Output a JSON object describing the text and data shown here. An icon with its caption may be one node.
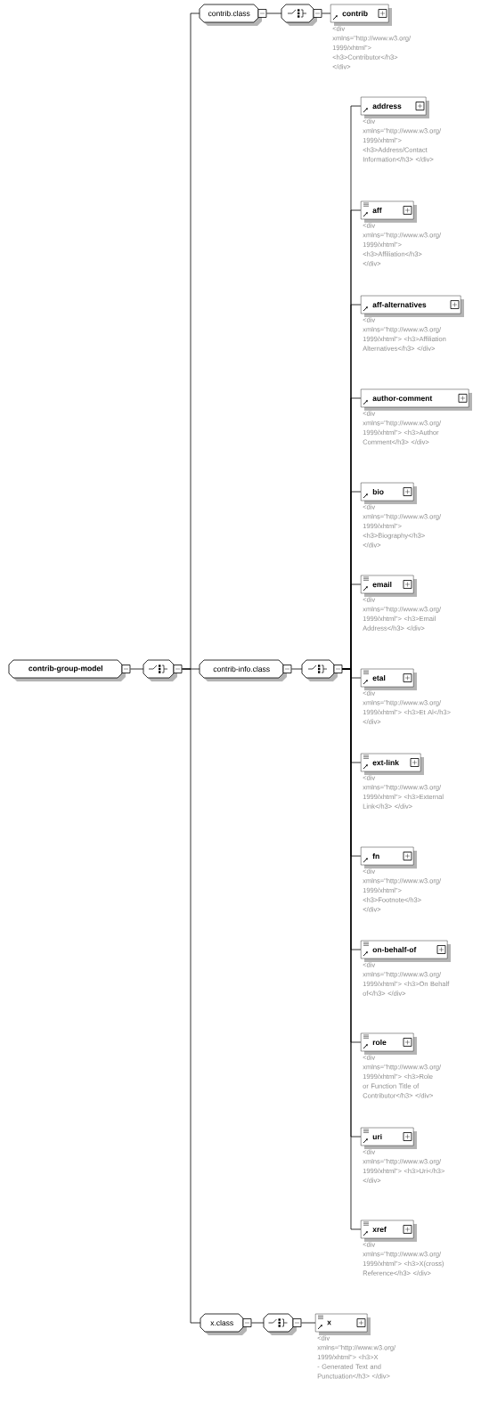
{
  "diagram": {
    "nodes": [
      {
        "text": [
          "contrib-group-model"
        ]
      },
      {
        "text": [],
        "shape": "octagon"
      },
      {
        "text": [
          "contrib.class"
        ]
      },
      {
        "text": [],
        "shape": "octagon"
      },
      {
        "text": [
          "contrib"
        ],
        "beside": [
          "<div xmlns=\"http://www.w3.org/ 1999/xhtml\"> <h3>Contributor</h3> </div>"
        ]
      },
      {
        "text": [
          "contrib-info.class"
        ]
      },
      {
        "text": [],
        "shape": "octagon"
      },
      {
        "text": [
          "address"
        ],
        "beside": [
          "<div xmlns=\"http://www.w3.org/ 1999/xhtml\"> <h3>Address/Contact Information</h3> </div>"
        ]
      },
      {
        "text": [
          "aff"
        ],
        "beside": [
          "<div xmlns=\"http://www.w3.org/ 1999/xhtml\"> <h3>Affiliation</h3> </div>"
        ]
      },
      {
        "text": [
          "aff-alternatives"
        ],
        "beside": [
          "<div xmlns=\"http://www.w3.org/ 1999/xhtml\"> <h3>Affiliation Alternatives</h3> </div>"
        ]
      },
      {
        "text": [
          "author-comment"
        ],
        "beside": [
          "<div xmlns=\"http://www.w3.org/ 1999/xhtml\"> <h3>Author Comment</h3> </div>"
        ]
      },
      {
        "text": [
          "bio"
        ],
        "beside": [
          "<div xmlns=\"http://www.w3.org/ 1999/xhtml\"> <h3>Biography</h3> </div>"
        ]
      },
      {
        "text": [
          "email"
        ],
        "beside": [
          "<div xmlns=\"http://www.w3.org/ 1999/xhtml\"> <h3>Email Address</h3> </div>"
        ]
      },
      {
        "text": [
          "etal"
        ],
        "beside": [
          "<div xmlns=\"http://www.w3.org/ 1999/xhtml\"> <h3>Et Al</h3> </div>"
        ]
      },
      {
        "text": [
          "ext-link"
        ],
        "beside": [
          "<div xmlns=\"http://www.w3.org/ 1999/xhtml\"> <h3>External Link</h3> </div>"
        ]
      },
      {
        "text": [
          "fn"
        ],
        "beside": [
          "<div xmlns=\"http://www.w3.org/ 1999/xhtml\"> <h3>Footnote</h3> </div>"
        ]
      },
      {
        "text": [
          "on-behalf-of"
        ],
        "beside": [
          "<div xmlns=\"http://www.w3.org/ 1999/xhtml\"> <h3>On Behalf of</h3> </div>"
        ]
      },
      {
        "text": [
          "role"
        ],
        "beside": [
          "<div xmlns=\"http://www.w3.org/ 1999/xhtml\"> <h3>Role or Function Title of Contributor</h3> </div>"
        ]
      },
      {
        "text": [
          "uri"
        ],
        "beside": [
          "<div xmlns=\"http://www.w3.org/ 1999/xhtml\"> <h3>Uri</h3> </div>"
        ]
      },
      {
        "text": [
          "xref"
        ],
        "beside": [
          "<div xmlns=\"http://www.w3.org/ 1999/xhtml\"> <h3>X(cross) Reference</h3> </div>"
        ]
      },
      {
        "text": [
          "x.class"
        ]
      },
      {
        "text": [],
        "shape": "octagon"
      },
      {
        "text": [
          "x"
        ],
        "beside": [
          "<div xmlns=\"http://www.w3.org/ 1999/xhtml\"> <h3>X - Generated Text and Punctuation</h3> </div>"
        ]
      }
    ],
    "edges": [
      {
        "from": 0,
        "to": 1,
        "arrow": "none"
      },
      {
        "from": 1,
        "to": 2,
        "arrow": "none"
      },
      {
        "from": 1,
        "to": 5,
        "arrow": "none"
      },
      {
        "from": 1,
        "to": 20,
        "arrow": "none"
      },
      {
        "from": 2,
        "to": 3,
        "arrow": "none"
      },
      {
        "from": 3,
        "to": 4,
        "arrow": "none"
      },
      {
        "from": 5,
        "to": 6,
        "arrow": "none"
      },
      {
        "from": 6,
        "to": 7,
        "arrow": "none"
      },
      {
        "from": 6,
        "to": 8,
        "arrow": "none"
      },
      {
        "from": 6,
        "to": 9,
        "arrow": "none"
      },
      {
        "from": 6,
        "to": 10,
        "arrow": "none"
      },
      {
        "from": 6,
        "to": 11,
        "arrow": "none"
      },
      {
        "from": 6,
        "to": 12,
        "arrow": "none"
      },
      {
        "from": 6,
        "to": 13,
        "arrow": "none"
      },
      {
        "from": 6,
        "to": 14,
        "arrow": "none"
      },
      {
        "from": 6,
        "to": 15,
        "arrow": "none"
      },
      {
        "from": 6,
        "to": 16,
        "arrow": "none"
      },
      {
        "from": 6,
        "to": 17,
        "arrow": "none"
      },
      {
        "from": 6,
        "to": 18,
        "arrow": "none"
      },
      {
        "from": 6,
        "to": 19,
        "arrow": "none"
      },
      {
        "from": 20,
        "to": 21,
        "arrow": "none"
      },
      {
        "from": 21,
        "to": 22,
        "arrow": "none"
      }
    ]
  }
}
